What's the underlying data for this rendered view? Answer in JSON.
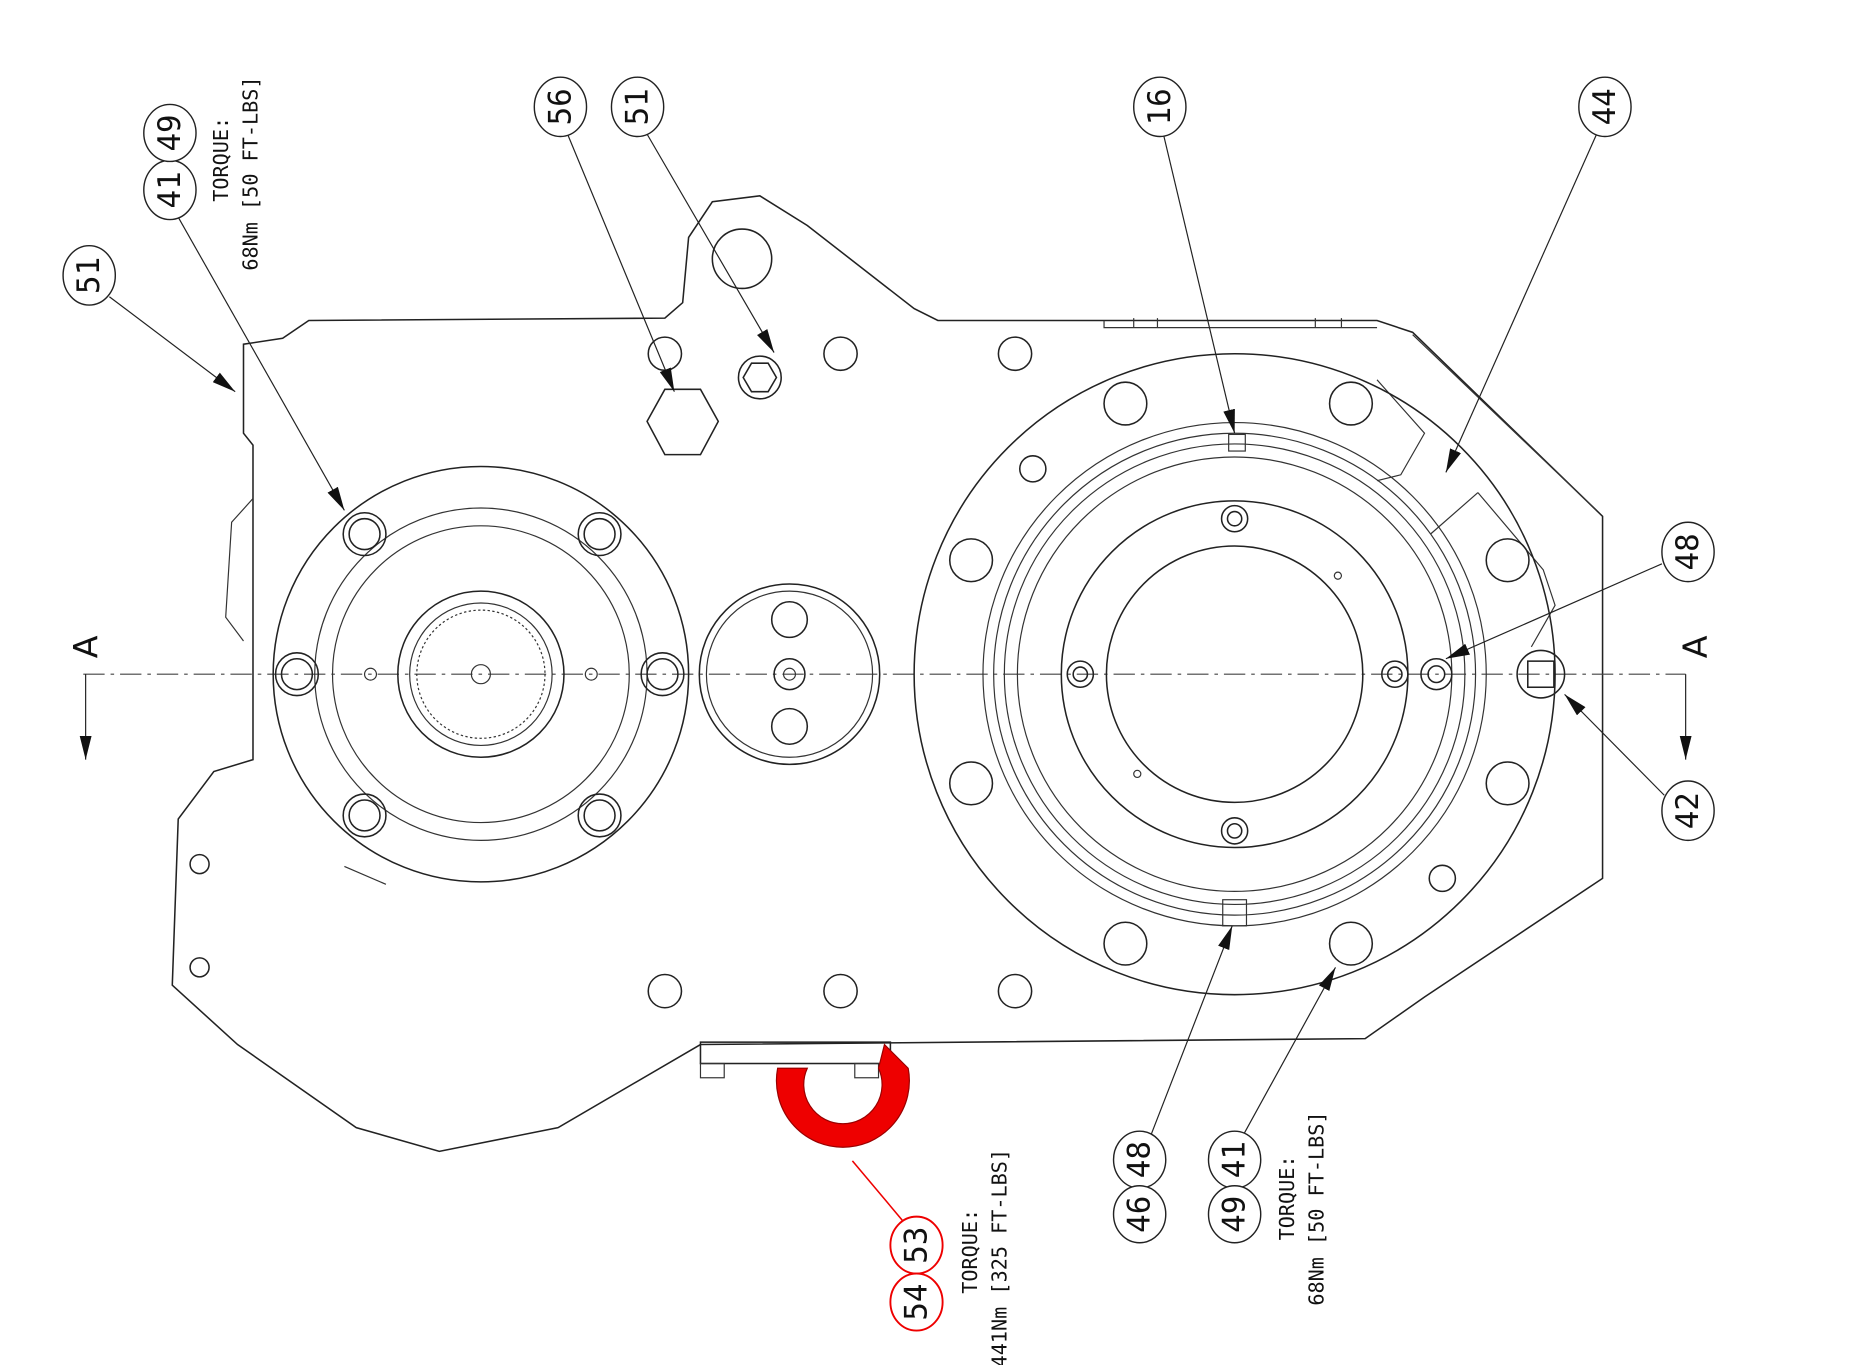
{
  "balloons": {
    "b51_left": "51",
    "b41_top": "41",
    "b49_top": "49",
    "b56": "56",
    "b51_top": "51",
    "b16": "16",
    "b44": "44",
    "b48_right": "48",
    "b42": "42",
    "b46": "46",
    "b48_bottom": "48",
    "b49_bottom": "49",
    "b41_bottom": "41",
    "b54": "54",
    "b53": "53"
  },
  "notes": {
    "top": {
      "line1": "TORQUE:",
      "line2": "68Nm [50 FT-LBS]"
    },
    "bottom_right": {
      "line1": "TORQUE:",
      "line2": "68Nm [50 FT-LBS]"
    },
    "lifting_eye": {
      "line1": "TORQUE:",
      "line2": "441Nm [325 FT-LBS]"
    }
  },
  "section": {
    "left": "A",
    "right": "A"
  },
  "colors": {
    "line": "#222222",
    "highlight": "#e00000"
  }
}
